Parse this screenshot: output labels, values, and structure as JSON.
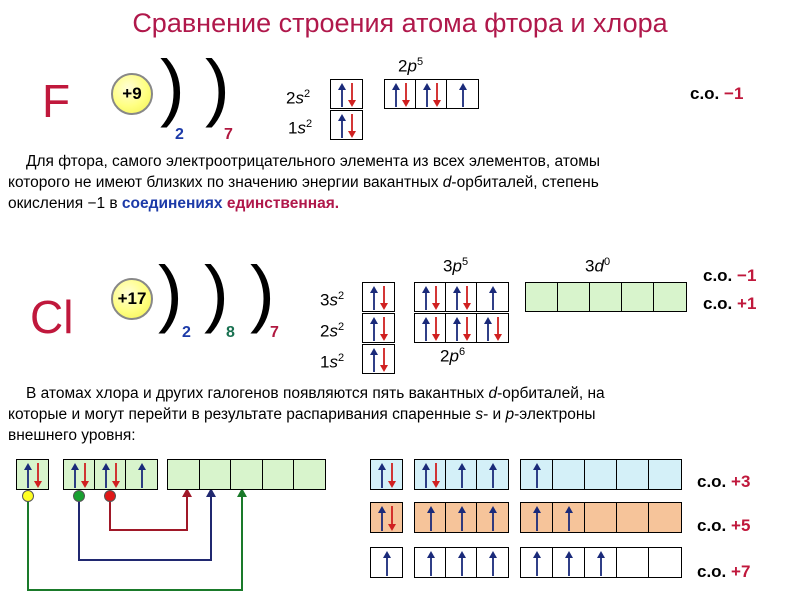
{
  "title": "Сравнение строения атома фтора и хлора",
  "fluorine": {
    "symbol": "F",
    "nucleus": "+9",
    "shells": [
      "2",
      "7"
    ],
    "levels": {
      "p2": {
        "text": "2",
        "letter": "p",
        "sup": "5"
      },
      "s2": {
        "text": "2",
        "letter": "s",
        "sup": "2"
      },
      "s1": {
        "text": "1",
        "letter": "s",
        "sup": "2"
      }
    },
    "ox": {
      "label": "с.о.",
      "value": "−1"
    }
  },
  "paragraph1": {
    "line1": "Для фтора, самого электроотрицательного элемента из всех элементов, атомы",
    "line2a": "которого не имеют близких по значению энергии вакантных ",
    "line2i": "d",
    "line2b": "-орбиталей, степень",
    "line3a": "окисления −1 в ",
    "line3b": "соединениях",
    "line3c": " ",
    "line3d": "единственная."
  },
  "chlorine": {
    "symbol": "Cl",
    "nucleus": "+17",
    "shells": [
      "2",
      "8",
      "7"
    ],
    "levels": {
      "p3": {
        "text": "3",
        "letter": "p",
        "sup": "5"
      },
      "d3": {
        "text": "3",
        "letter": "d",
        "sup": "0"
      },
      "s3": {
        "text": "3",
        "letter": "s",
        "sup": "2"
      },
      "s2": {
        "text": "2",
        "letter": "s",
        "sup": "2"
      },
      "s1": {
        "text": "1",
        "letter": "s",
        "sup": "2"
      },
      "p2": {
        "text": "2",
        "letter": "p",
        "sup": "6"
      }
    },
    "ox": [
      {
        "label": "с.о.",
        "value": "−1"
      },
      {
        "label": "с.о.",
        "value": "+1"
      }
    ]
  },
  "paragraph2": {
    "line1a": "В атомах хлора и других галогенов появляются пять вакантных ",
    "line1i": "d",
    "line1b": "-орбиталей, на",
    "line2a": "которые и могут перейти в результате распаривания спаренные ",
    "line2i1": "s",
    "line2b": "- и ",
    "line2i2": "p",
    "line2c": "-электроны",
    "line3": "внешнего уровня:"
  },
  "excited_states": [
    {
      "label": "с.о.",
      "value": "+3"
    },
    {
      "label": "с.о.",
      "value": "+5"
    },
    {
      "label": "с.о.",
      "value": "+7"
    }
  ],
  "colors": {
    "title": "#b0184b",
    "element": "#c0183c",
    "shell_blue": "#1c3aa8",
    "shell_green": "#187050",
    "shell_red": "#b01840",
    "cell_blue": "#d4f0f8",
    "cell_green": "#d8f4cc",
    "cell_orange": "#f6c49a",
    "arrow_up": "#1a2a7a",
    "arrow_down": "#d02020",
    "dot_yellow": "#ffff22",
    "dot_green": "#18a030",
    "dot_red": "#e01818",
    "line_red": "#a01828",
    "line_navy": "#202870",
    "line_green": "#1a7a2a"
  }
}
